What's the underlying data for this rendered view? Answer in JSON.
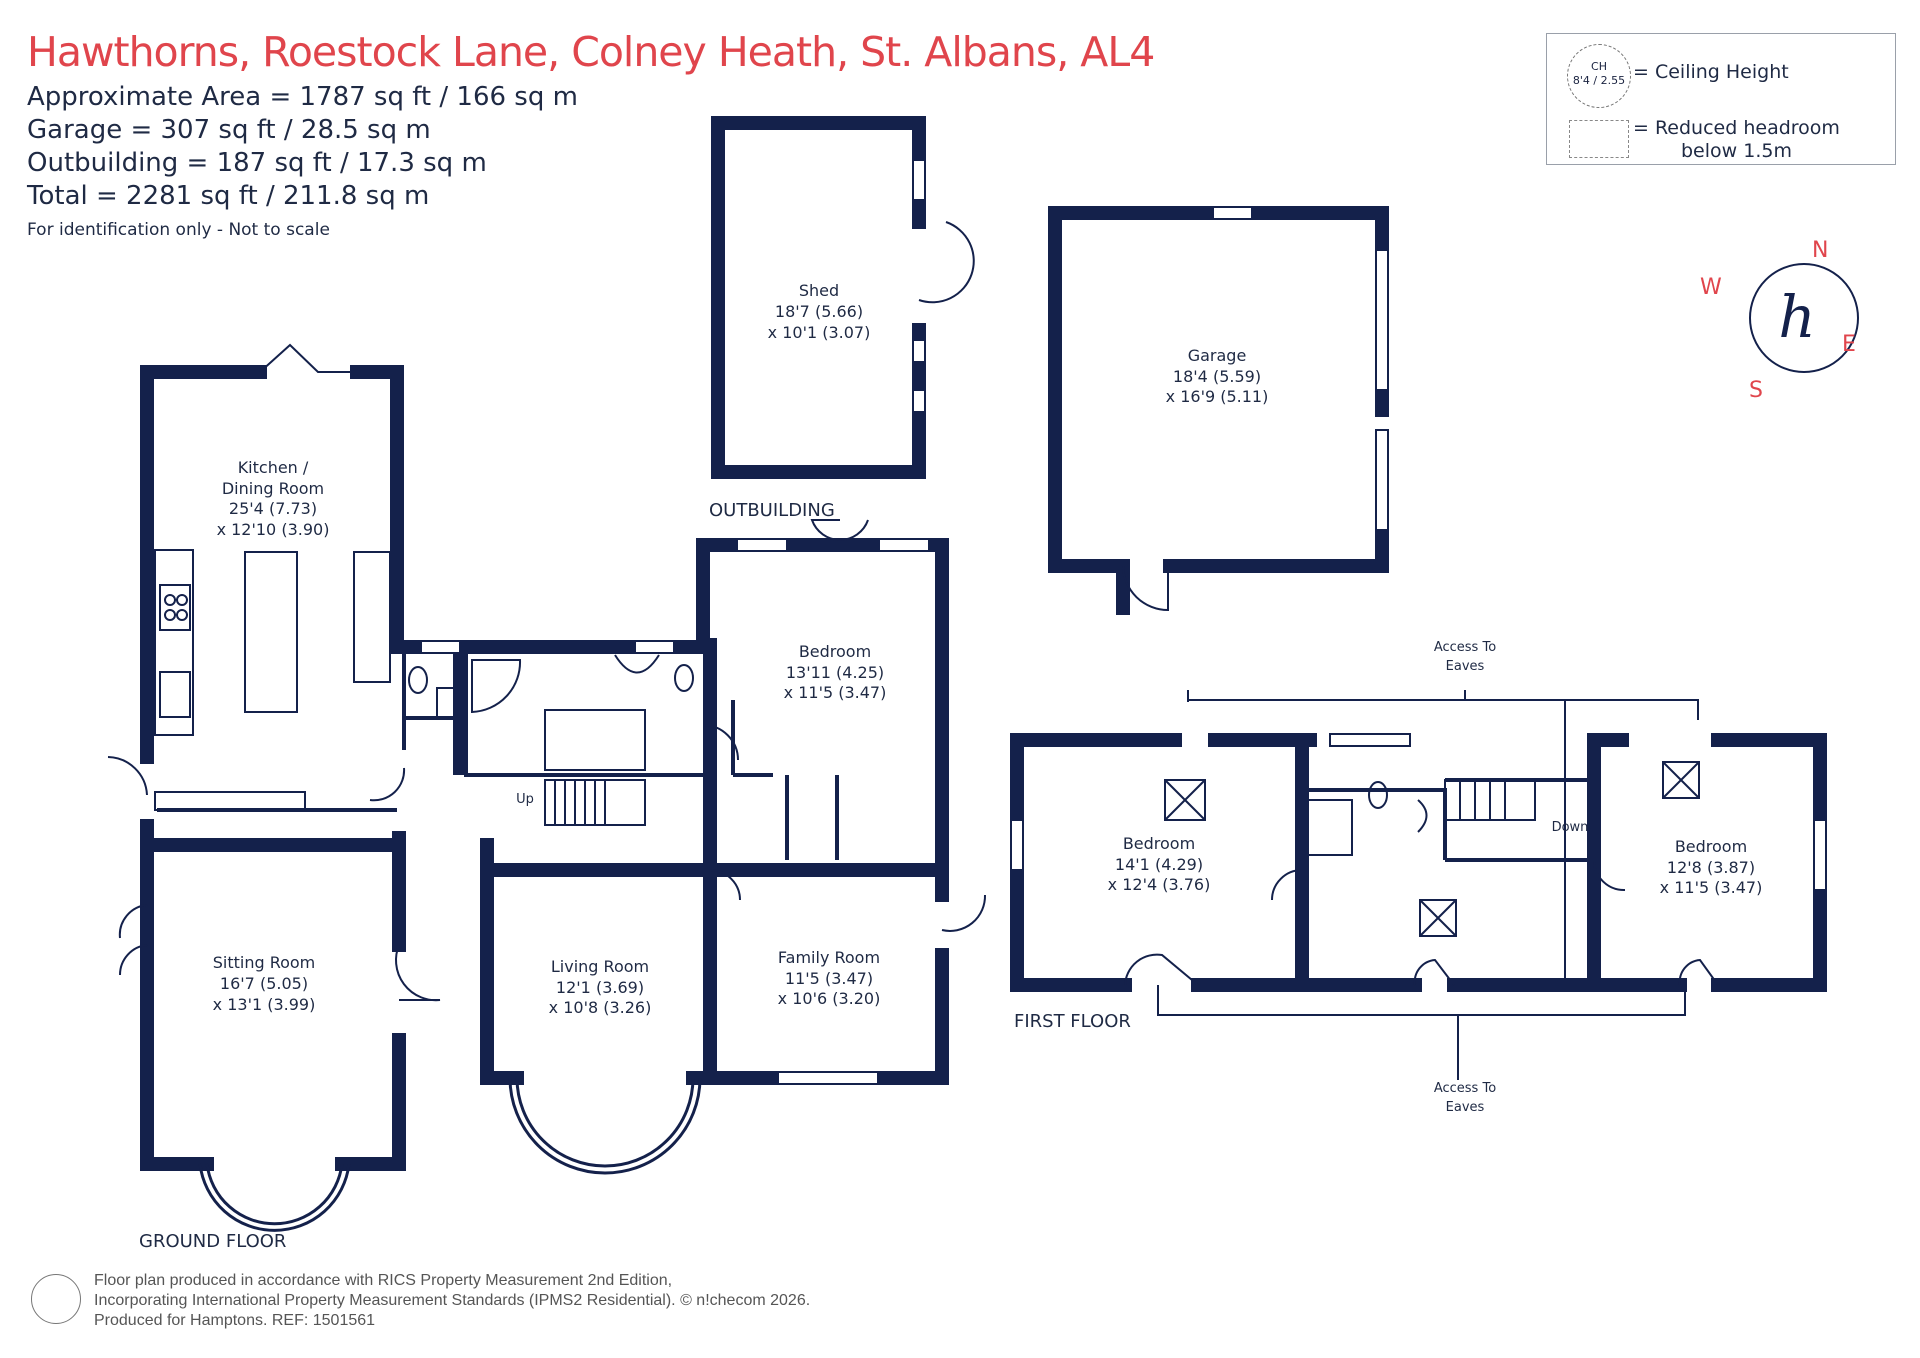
{
  "header": {
    "title": "Hawthorns, Roestock Lane, Colney Heath, St. Albans, AL4",
    "areas": [
      "Approximate Area = 1787 sq ft / 166 sq m",
      "Garage = 307 sq ft / 28.5 sq m",
      "Outbuilding = 187 sq ft / 17.3 sq m",
      "Total = 2281 sq ft / 211.8 sq m"
    ],
    "note": "For identification only - Not to scale"
  },
  "legend": {
    "ch_label": "CH",
    "ch_value": "8'4 / 2.55",
    "ceiling_height": "= Ceiling Height",
    "reduced_headroom_1": "= Reduced headroom",
    "reduced_headroom_2": "below 1.5m"
  },
  "compass": {
    "n": "N",
    "e": "E",
    "s": "S",
    "w": "W",
    "logo": "h"
  },
  "rooms": {
    "kitchen": {
      "name1": "Kitchen /",
      "name2": "Dining Room",
      "dim1": "25'4 (7.73)",
      "dim2": "x 12'10 (3.90)"
    },
    "sitting": {
      "name": "Sitting Room",
      "dim1": "16'7 (5.05)",
      "dim2": "x 13'1 (3.99)"
    },
    "living": {
      "name": "Living Room",
      "dim1": "12'1 (3.69)",
      "dim2": "x 10'8 (3.26)"
    },
    "family": {
      "name": "Family Room",
      "dim1": "11'5 (3.47)",
      "dim2": "x 10'6 (3.20)"
    },
    "bedroom_g": {
      "name": "Bedroom",
      "dim1": "13'11 (4.25)",
      "dim2": "x 11'5 (3.47)"
    },
    "shed": {
      "name": "Shed",
      "dim1": "18'7 (5.66)",
      "dim2": "x 10'1 (3.07)"
    },
    "garage": {
      "name": "Garage",
      "dim1": "18'4 (5.59)",
      "dim2": "x 16'9 (5.11)"
    },
    "bedroom_f1": {
      "name": "Bedroom",
      "dim1": "14'1 (4.29)",
      "dim2": "x 12'4 (3.76)"
    },
    "bedroom_f2": {
      "name": "Bedroom",
      "dim1": "12'8 (3.87)",
      "dim2": "x 11'5 (3.47)"
    }
  },
  "labels": {
    "ground_floor": "GROUND FLOOR",
    "first_floor": "FIRST FLOOR",
    "outbuilding": "OUTBUILDING",
    "up": "Up",
    "down": "Down",
    "eaves_top_1": "Access To",
    "eaves_top_2": "Eaves",
    "eaves_bottom_1": "Access To",
    "eaves_bottom_2": "Eaves"
  },
  "footer": {
    "line1": "Floor plan produced in accordance with RICS Property Measurement 2nd Edition,",
    "line2": "Incorporating International Property Measurement Standards (IPMS2 Residential).   © n!checom 2026.",
    "line3": "Produced for Hamptons.   REF:  1501561"
  },
  "colors": {
    "wall": "#14214b",
    "title": "#e0454c",
    "text": "#1f2a44"
  }
}
